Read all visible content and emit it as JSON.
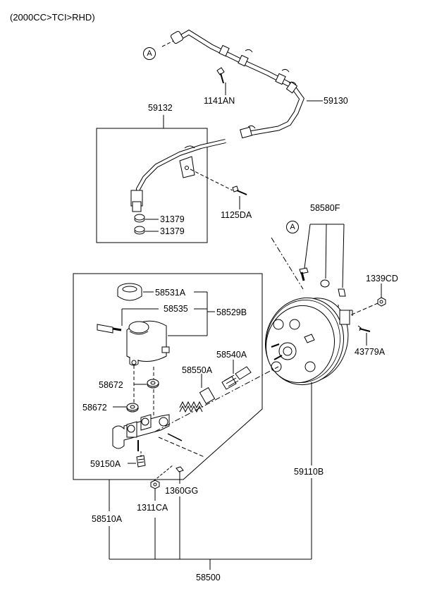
{
  "title": "(2000CC>TCI>RHD)",
  "callout_letter": "A",
  "parts": {
    "p59132": "59132",
    "p59130": "59130",
    "p1141AN": "1141AN",
    "p1125DA": "1125DA",
    "p31379a": "31379",
    "p31379b": "31379",
    "p58580F": "58580F",
    "p1339CD": "1339CD",
    "p43779A": "43779A",
    "p58531A": "58531A",
    "p58535": "58535",
    "p58529B": "58529B",
    "p58540A": "58540A",
    "p58550A": "58550A",
    "p58672a": "58672",
    "p58672b": "58672",
    "p59150A": "59150A",
    "p1360GG": "1360GG",
    "p1311CA": "1311CA",
    "p58510A": "58510A",
    "p59110B": "59110B",
    "p58500": "58500"
  }
}
